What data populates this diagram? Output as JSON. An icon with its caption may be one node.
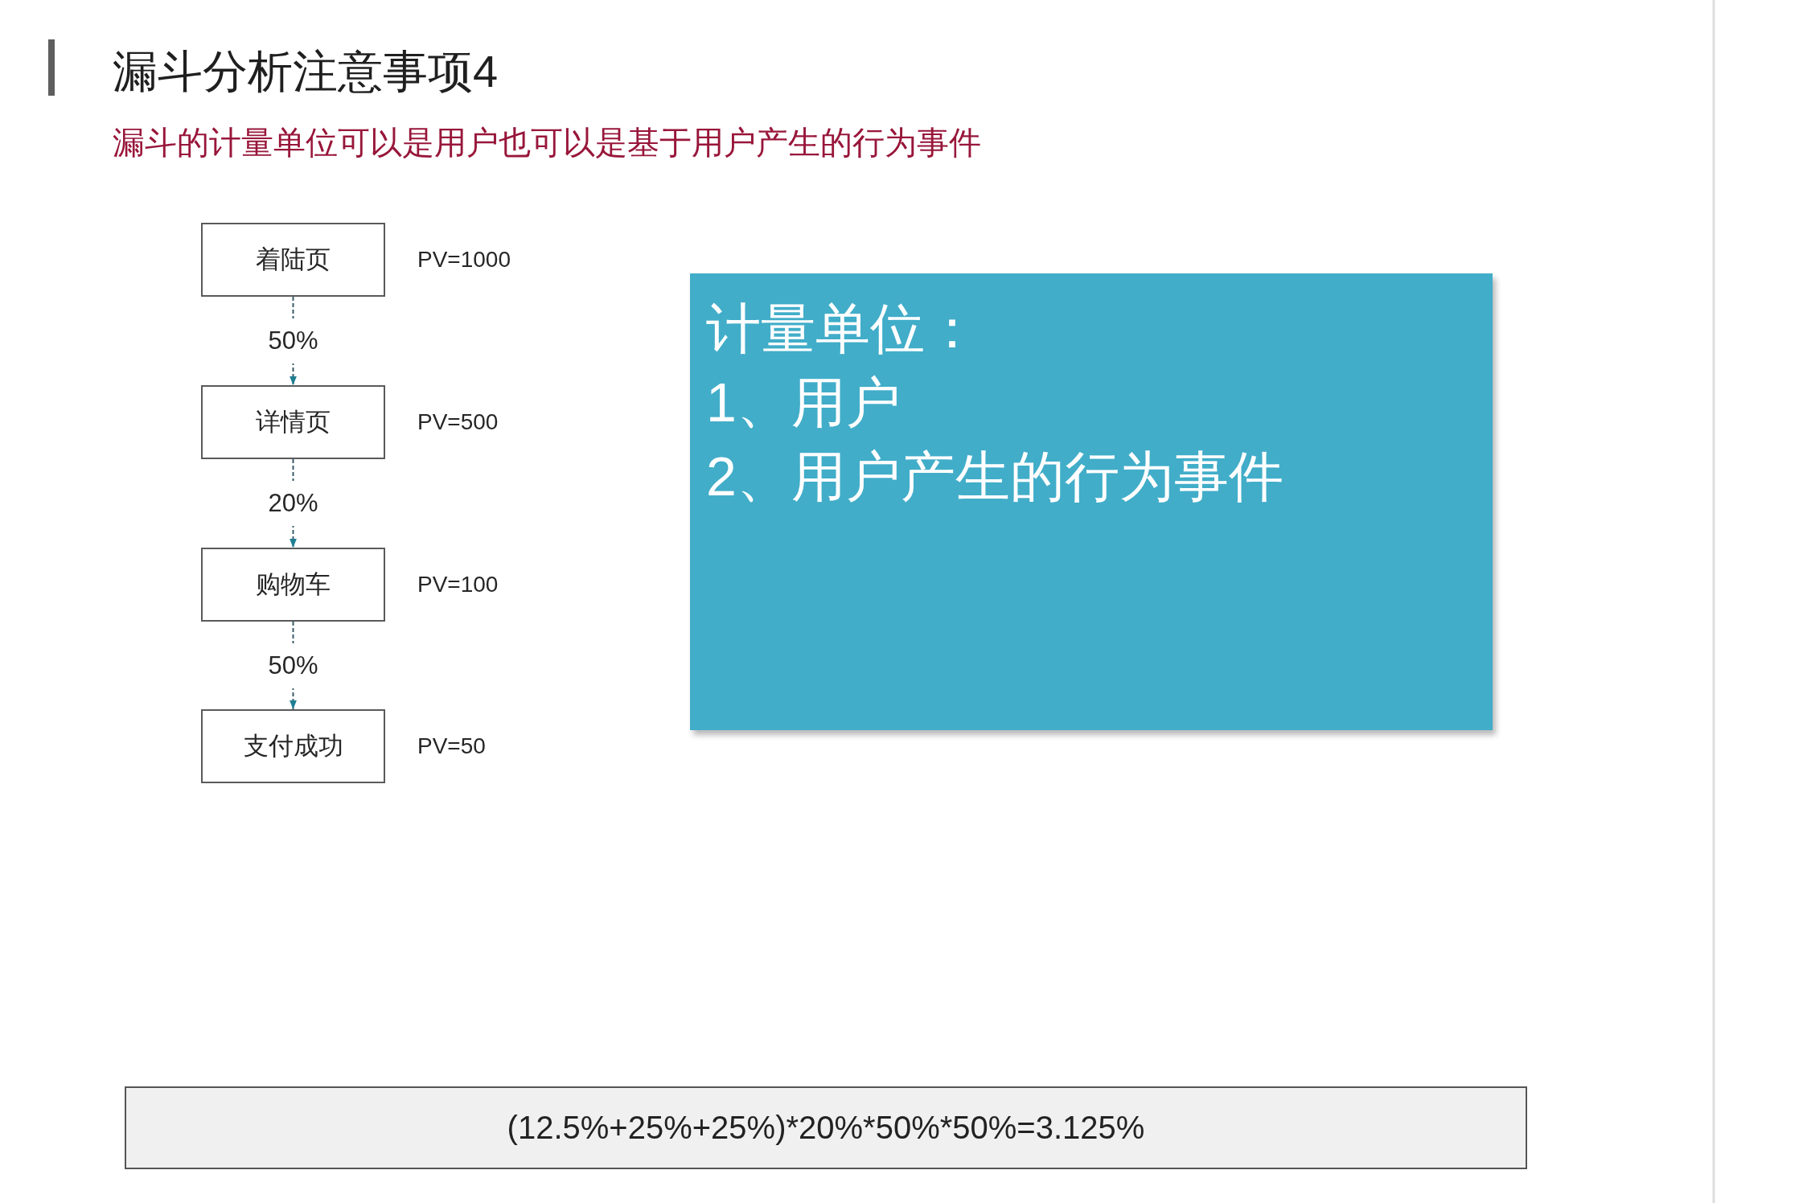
{
  "diagram": {
    "title": "漏斗分析注意事项4",
    "nodes": [
      {
        "text": [
          "着陆页"
        ],
        "beside": [
          "PV=1000"
        ]
      },
      {
        "text": [
          "详情页"
        ],
        "beside": [
          "PV=500"
        ]
      },
      {
        "text": [
          "购物车"
        ],
        "beside": [
          "PV=100"
        ]
      },
      {
        "text": [
          "支付成功"
        ],
        "beside": [
          "PV=50"
        ]
      },
      {
        "text": [
          "计量单位：",
          "1、用户",
          "2、用户产生的行为事件"
        ]
      },
      {
        "text": [
          "(12.5%+25%+25%)*20%*50%*50%=3.125%"
        ]
      }
    ],
    "edges": [
      {
        "from": 0,
        "to": 1,
        "arrow": "to",
        "label": "50%",
        "style": "dashed"
      },
      {
        "from": 1,
        "to": 2,
        "arrow": "to",
        "label": "20%",
        "style": "dashed"
      },
      {
        "from": 2,
        "to": 3,
        "arrow": "to",
        "label": "50%",
        "style": "dashed"
      }
    ],
    "labels": [
      "漏斗的计量单位可以是用户也可以是基于用户产生的行为事件"
    ]
  }
}
